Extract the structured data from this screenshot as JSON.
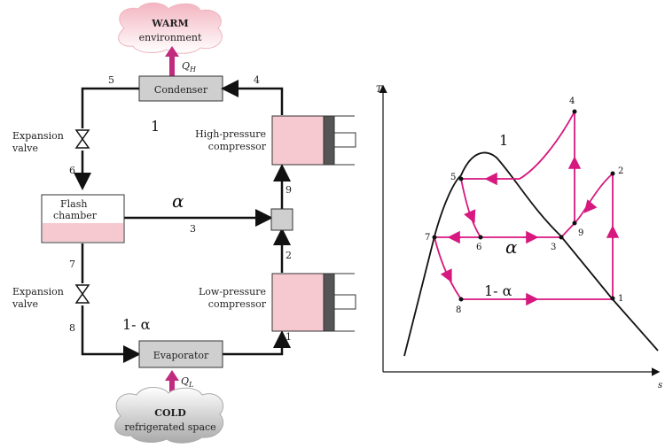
{
  "schematic": {
    "warm": {
      "title": "WARM",
      "subtitle": "environment"
    },
    "cold": {
      "title": "COLD",
      "subtitle": "refrigerated space"
    },
    "qh": "Q",
    "qh_sub": "H",
    "ql": "Q",
    "ql_sub": "L",
    "condenser": "Condenser",
    "evaporator": "Evaporator",
    "flash_chamber_line1": "Flash",
    "flash_chamber_line2": "chamber",
    "hp_compressor_line1": "High-pressure",
    "hp_compressor_line2": "compressor",
    "lp_compressor_line1": "Low-pressure",
    "lp_compressor_line2": "compressor",
    "expansion_valve_top_line1": "Expansion",
    "expansion_valve_top_line2": "valve",
    "expansion_valve_bottom_line1": "Expansion",
    "expansion_valve_bottom_line2": "valve",
    "state_numbers": [
      "1",
      "2",
      "3",
      "4",
      "5",
      "6",
      "7",
      "8",
      "9"
    ],
    "mass_fraction_top": "1",
    "mass_fraction_alpha": "α",
    "mass_fraction_bottom": "1- α"
  },
  "ts_diagram": {
    "axis_y": "T",
    "axis_x": "s",
    "state_labels": [
      "1",
      "2",
      "3",
      "4",
      "5",
      "6",
      "7",
      "8",
      "9"
    ],
    "flow_label_top": "1",
    "flow_label_alpha": "α",
    "flow_label_bottom": "1- α"
  },
  "colors": {
    "process_line": "#d6187f",
    "pink_fill": "#f6c9d0",
    "box_fill": "#cfcfcf",
    "cloud_warm": "#f6cfd6",
    "cloud_cold": "#c8c8c8"
  }
}
